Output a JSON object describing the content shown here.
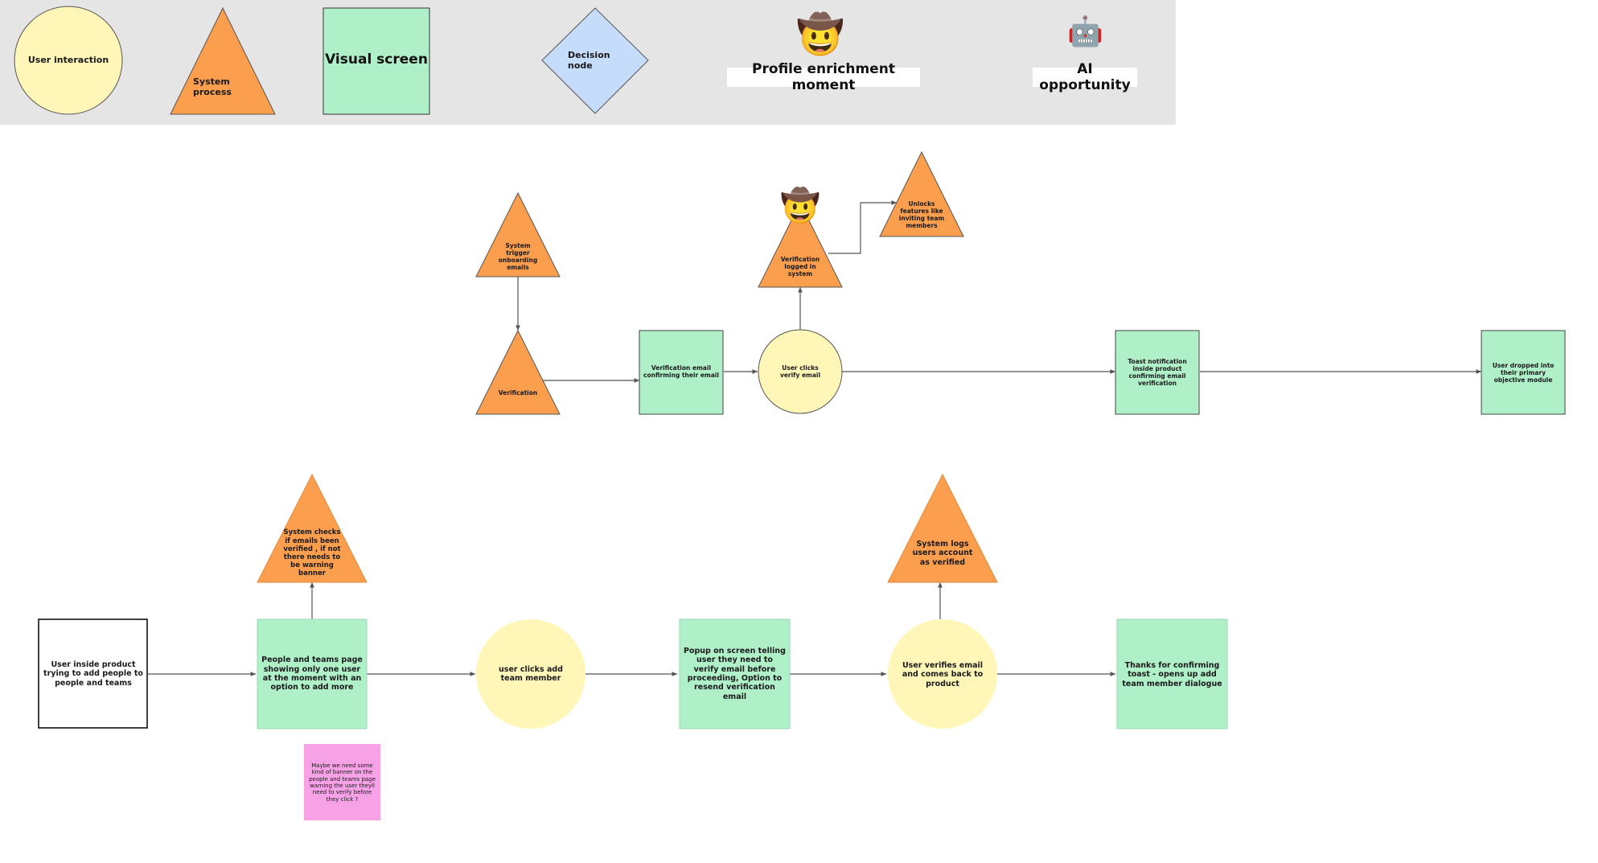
{
  "colors": {
    "legend_band": "#e5e5e5",
    "user_interaction": "#fff6b8",
    "system_process": "#fb9e4e",
    "visual_screen": "#aff0c9",
    "decision_node": "#c6dcfb",
    "sticky_note": "#f7a1e6",
    "connector": "#555555"
  },
  "icons": {
    "profile_enrichment": "cowboy-face-emoji",
    "ai_opportunity": "robot-face-emoji"
  },
  "legend": {
    "user_interaction": "User interaction",
    "system_process": "System process",
    "visual_screen": "Visual screen",
    "decision_node": "Decision node",
    "profile_enrichment": "Profile enrichment moment",
    "ai_opportunity": "AI opportunity"
  },
  "flow_top": {
    "onboarding_emails": "System trigger onboarding emails",
    "verification": "Verification",
    "verification_email": "Verification email confirming their email",
    "user_clicks_verify": "User clicks verify email",
    "verification_logged": "Verification logged in system",
    "unlocks_features": "Unlocks features like inviting team members",
    "toast_notification": "Toast notification inside product confirming email verification",
    "user_dropped": "User dropped into their primary objective module"
  },
  "flow_bottom": {
    "start": "User inside product trying to add people to people and teams",
    "people_page": "People and teams page showing only one user at the moment with an option to add more",
    "system_checks": "System checks if emails been verified , if not there needs to be warning banner",
    "clicks_add_member": "user clicks add team member",
    "popup_verify": "Popup on screen telling user they need to verify email before proceeding, Option to resend verification email",
    "user_verifies": "User verifies email and comes back to product",
    "system_logs": "System logs users account as verified",
    "thanks_toast": "Thanks for confirming toast - opens up add team member dialogue",
    "sticky_note": "Maybe we need some kind of banner on the people and teams page warning the user theyll need to verify before they click ?"
  }
}
